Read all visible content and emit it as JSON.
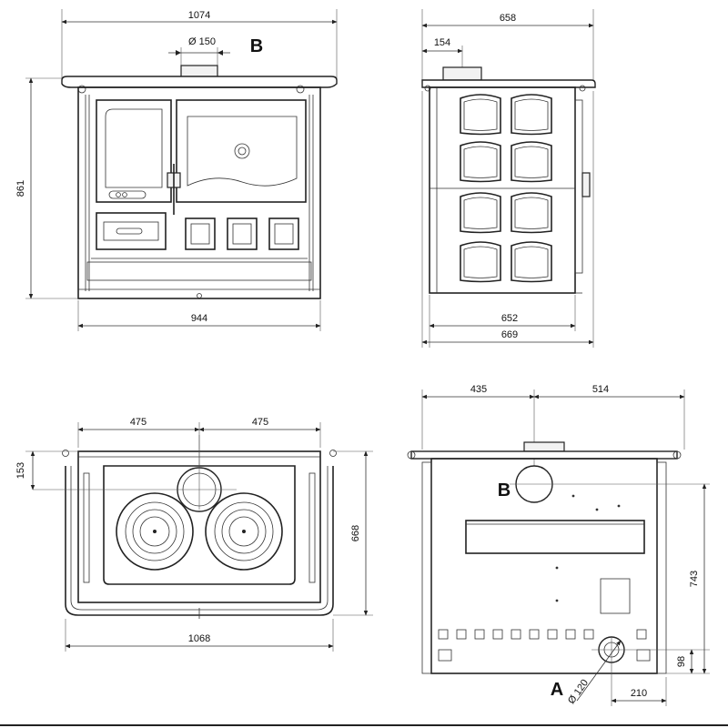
{
  "front_view": {
    "width_top": "1074",
    "flue_diameter": "Ø 150",
    "flue_letter": "B",
    "height": "861",
    "width_base": "944"
  },
  "side_view": {
    "depth_top": "658",
    "flue_offset": "154",
    "depth_body": "652",
    "depth_total": "669"
  },
  "top_view": {
    "left_to_centre": "475",
    "right_from_centre": "475",
    "flue_from_back": "153",
    "depth": "668",
    "width": "1068"
  },
  "rear_view": {
    "left_to_flue": "435",
    "flue_to_right": "514",
    "upper_outlet": "B",
    "upper_outlet_height": "743",
    "lower_outlet": "A",
    "lower_outlet_diameter": "Ø 120",
    "lower_outlet_height": "98",
    "lower_outlet_from_side": "210"
  }
}
